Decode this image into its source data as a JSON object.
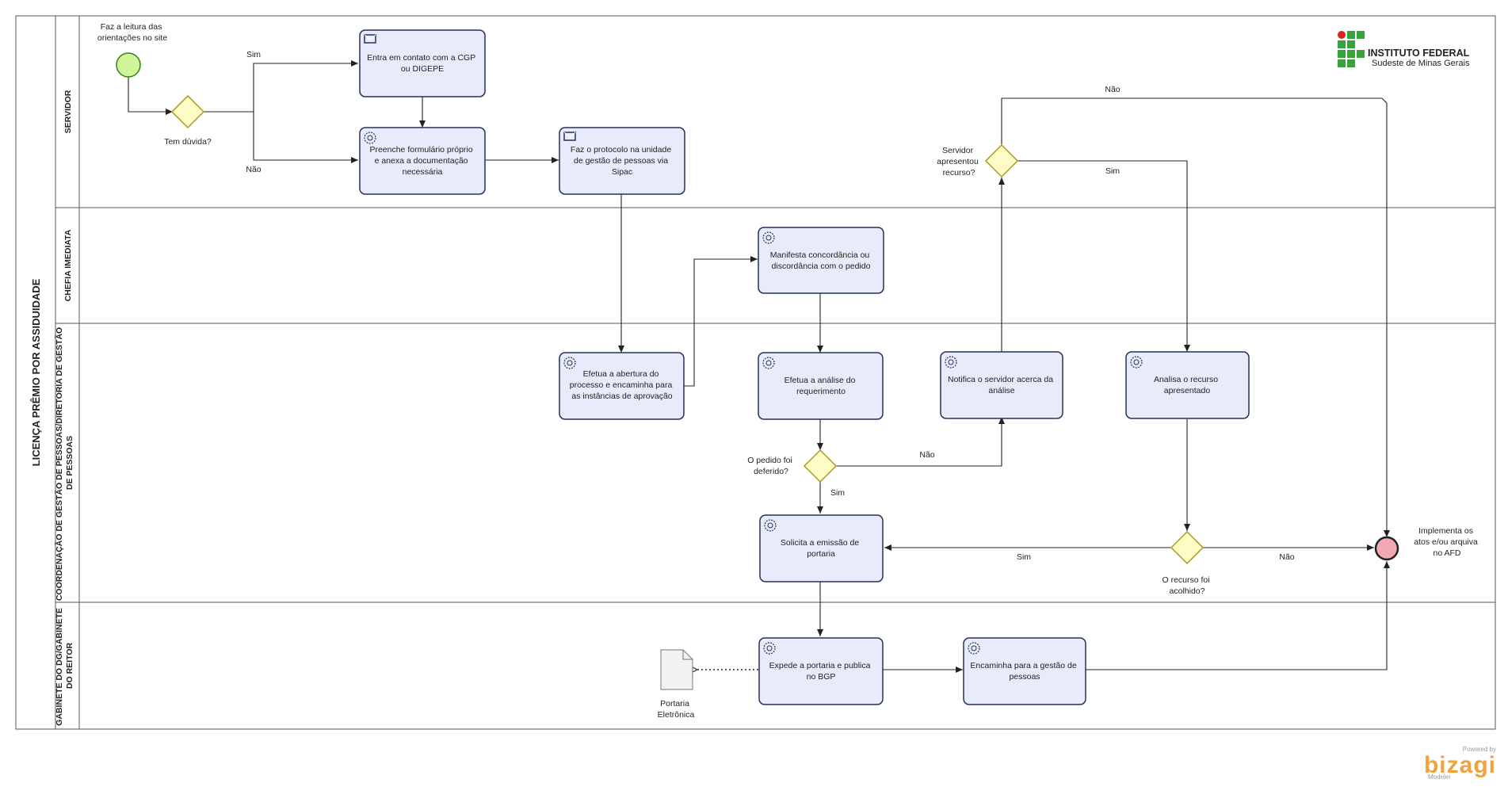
{
  "pool": {
    "title": "LICENÇA PRÊMIO POR ASSIDUIDADE"
  },
  "lanes": [
    {
      "id": "servidor",
      "title": [
        "SERVIDOR"
      ]
    },
    {
      "id": "chefia",
      "title": [
        "CHEFIA IMEDIATA"
      ]
    },
    {
      "id": "coordenacao",
      "title": [
        "COORDENAÇÃO DE GESTÃO DE PESSOAS/DIRETORIA DE GESTÃO",
        "DE PESSOAS"
      ]
    },
    {
      "id": "gabinete",
      "title": [
        "GABINETE DO DG/GABINETE",
        "DO REITOR"
      ]
    }
  ],
  "logo": {
    "name": "INSTITUTO FEDERAL",
    "campus": "Sudeste de Minas Gerais"
  },
  "start_event": {
    "label": [
      "Faz a leitura das",
      "orientações no site"
    ]
  },
  "end_event": {
    "label": [
      "Implementa os",
      "atos e/ou arquiva",
      "no AFD"
    ]
  },
  "tasks": [
    {
      "id": "t1",
      "type": "message",
      "lines": [
        "Entra em contato com a CGP",
        "ou DIGEPE"
      ]
    },
    {
      "id": "t2",
      "type": "service",
      "lines": [
        "Preenche formulário próprio",
        "e anexa a documentação",
        "necessária"
      ]
    },
    {
      "id": "t3",
      "type": "message",
      "lines": [
        "Faz o protocolo na unidade",
        "de gestão de pessoas via",
        "Sipac"
      ]
    },
    {
      "id": "t4",
      "type": "service",
      "lines": [
        "Manifesta concordância ou",
        "discordância com o pedido"
      ]
    },
    {
      "id": "t5",
      "type": "service",
      "lines": [
        "Efetua a abertura do",
        "processo e encaminha para",
        "as instâncias de aprovação"
      ]
    },
    {
      "id": "t6",
      "type": "service",
      "lines": [
        "Efetua a análise  do",
        "requerimento"
      ]
    },
    {
      "id": "t7",
      "type": "service",
      "lines": [
        "Notifica o servidor acerca da",
        "análise"
      ]
    },
    {
      "id": "t8",
      "type": "service",
      "lines": [
        "Analisa o recurso",
        "apresentado"
      ]
    },
    {
      "id": "t9",
      "type": "service",
      "lines": [
        "Solicita a emissão de",
        "portaria"
      ]
    },
    {
      "id": "t10",
      "type": "service",
      "lines": [
        "Expede a portaria e publica",
        "no BGP"
      ]
    },
    {
      "id": "t11",
      "type": "service",
      "lines": [
        "Encaminha para a gestão de",
        "pessoas"
      ]
    }
  ],
  "gateways": [
    {
      "id": "g1",
      "label": [
        "Tem dúvida?"
      ]
    },
    {
      "id": "g2",
      "label": [
        "Servidor",
        "apresentou",
        "recurso?"
      ]
    },
    {
      "id": "g3",
      "label": [
        "O pedido foi",
        "deferido?"
      ]
    },
    {
      "id": "g4",
      "label": [
        "O recurso foi",
        "acolhido?"
      ]
    }
  ],
  "flow_labels": [
    {
      "id": "f_sim_1",
      "text": "Sim"
    },
    {
      "id": "f_nao_1",
      "text": "Não"
    },
    {
      "id": "f_nao_2",
      "text": "Não"
    },
    {
      "id": "f_sim_2",
      "text": "Sim"
    },
    {
      "id": "f_nao_3",
      "text": "Não"
    },
    {
      "id": "f_sim_3",
      "text": "Sim"
    },
    {
      "id": "f_sim_4",
      "text": "Sim"
    },
    {
      "id": "f_nao_4",
      "text": "Não"
    }
  ],
  "data_object": {
    "label": [
      "Portaria",
      "Eletrônica"
    ]
  },
  "watermark": {
    "powered": "Powered by",
    "brand": "bizagi",
    "product": "Modeler"
  }
}
